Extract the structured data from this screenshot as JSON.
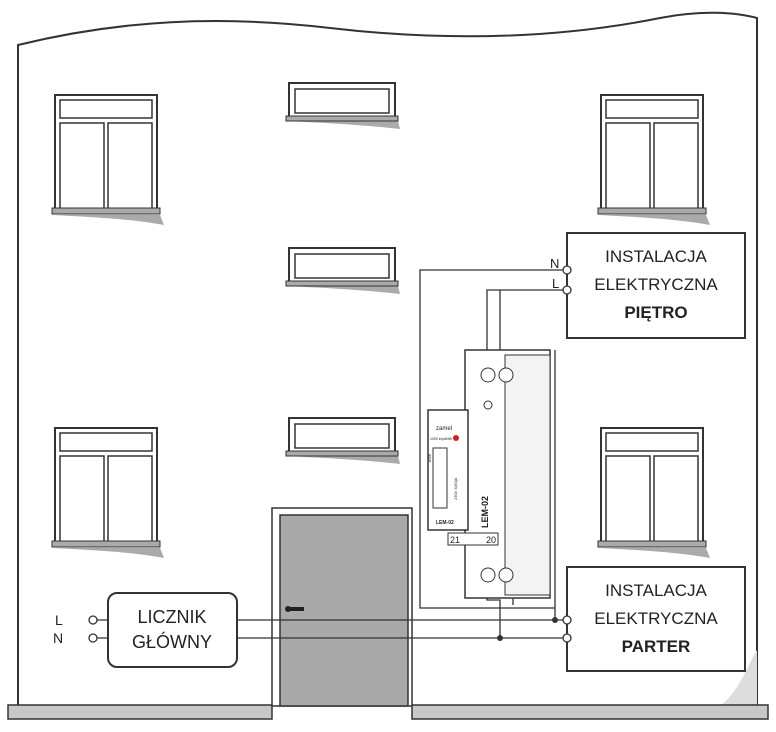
{
  "floor_box": {
    "line1": "INSTALACJA",
    "line2": "ELEKTRYCZNA",
    "line3": "PIĘTRO",
    "terminal_n": "N",
    "terminal_l": "L"
  },
  "ground_box": {
    "line1": "INSTALACJA",
    "line2": "ELEKTRYCZNA",
    "line3": "PARTER"
  },
  "main_meter": {
    "line1": "LICZNIK",
    "line2": "GŁÓWNY",
    "input_l": "L",
    "input_n": "N"
  },
  "submeter": {
    "brand": "zamel",
    "model": "LEM-02",
    "model_side": "LEM-02",
    "rating": "230V 5(50)A",
    "impulses": "1000 imp/kWh",
    "unit": "kWh",
    "terminal_left": "21",
    "terminal_right": "20"
  },
  "colors": {
    "line": "#333333",
    "door": "#a9a9a9",
    "wall": "#ffffff",
    "ground": "#c8c8c8",
    "led": "#cc2222"
  }
}
